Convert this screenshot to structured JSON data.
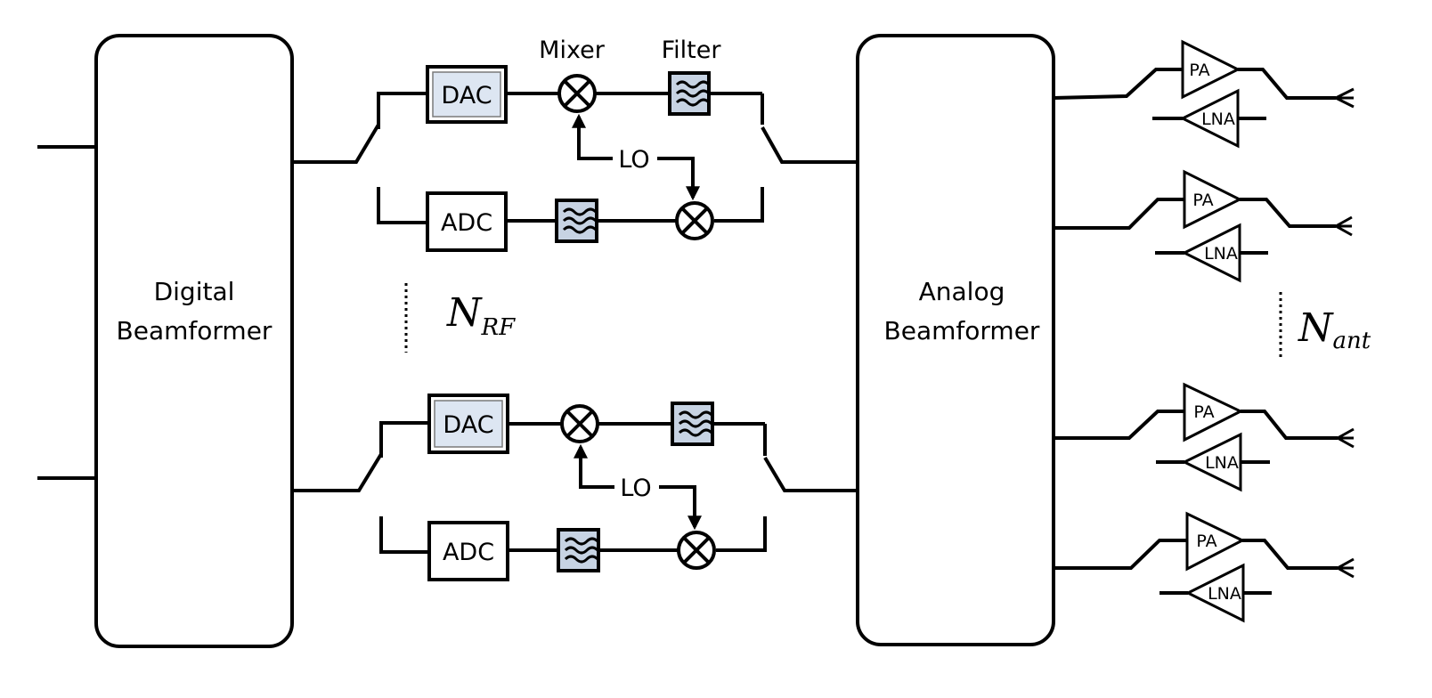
{
  "digital_beamformer": {
    "line1": "Digital",
    "line2": "Beamformer"
  },
  "analog_beamformer": {
    "line1": "Analog",
    "line2": "Beamformer"
  },
  "chains": [
    {
      "dac": "DAC",
      "adc": "ADC",
      "lo": "LO",
      "mixer_label": "Mixer",
      "filter_label": "Filter"
    },
    {
      "dac": "DAC",
      "adc": "ADC",
      "lo": "LO",
      "mixer_label": "",
      "filter_label": ""
    }
  ],
  "n_rf": {
    "base": "N",
    "sub": "RF"
  },
  "n_ant": {
    "base": "N",
    "sub": "ant"
  },
  "antennas": [
    {
      "pa": "PA",
      "lna": "LNA"
    },
    {
      "pa": "PA",
      "lna": "LNA"
    },
    {
      "pa": "PA",
      "lna": "LNA"
    },
    {
      "pa": "PA",
      "lna": "LNA"
    }
  ]
}
